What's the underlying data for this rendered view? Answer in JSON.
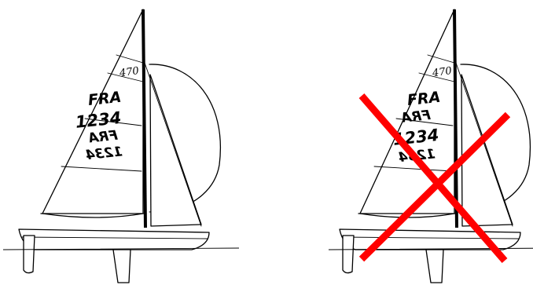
{
  "figures": [
    {
      "id": "correct",
      "class_logo": "470",
      "nationality": "FRA",
      "sail_number": "1234",
      "mirror_nationality": "FRA",
      "mirror_sail_number": "1234",
      "crossed_out": false
    },
    {
      "id": "wrong",
      "class_logo": "470",
      "nationality": "FRA",
      "sail_number": "1234",
      "mirror_nationality": "FRA",
      "mirror_sail_number": "1234",
      "crossed_out": true
    }
  ],
  "colors": {
    "line": "#000000",
    "cross": "#ff0000",
    "background": "#ffffff"
  }
}
